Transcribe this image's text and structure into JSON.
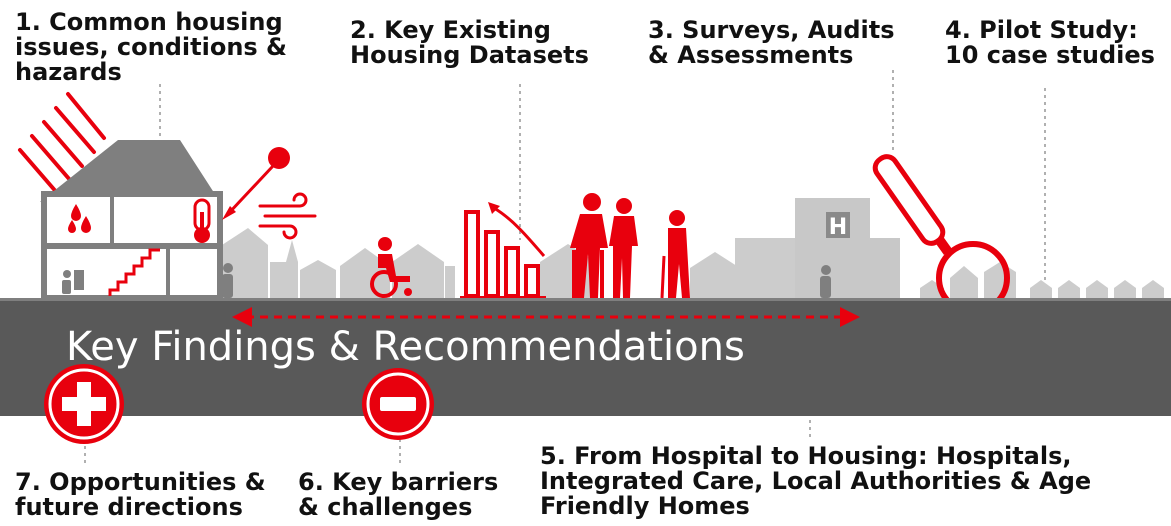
{
  "labels": {
    "l1": "1. Common housing\nissues, conditions &\nhazards",
    "l2": "2. Key Existing\nHousing Datasets",
    "l3": "3. Surveys, Audits\n& Assessments",
    "l4": "4. Pilot Study:\n10 case studies",
    "l5": "5. From Hospital to Housing: Hospitals,\nIntegrated Care, Local Authorities & Age\nFriendly Homes",
    "l6": "6. Key barriers\n& challenges",
    "l7": "7. Opportunities &\nfuture directions"
  },
  "banner": {
    "title": "Key Findings & Recommendations",
    "hospital_sign": "H"
  },
  "colors": {
    "accent": "#e8000d",
    "banner": "#595959",
    "building_gray": "#c8c8c8",
    "house_gray": "#7f7f7f",
    "text": "#111111"
  },
  "icons": [
    "sun-rays-icon",
    "house-cutaway-icon",
    "water-drops-icon",
    "thermometer-icon",
    "wind-icon",
    "wheelchair-user-icon",
    "bar-chart-icon",
    "elderly-people-icon",
    "hospital-icon",
    "magnifying-glass-icon",
    "plus-circle-icon",
    "minus-circle-icon"
  ]
}
